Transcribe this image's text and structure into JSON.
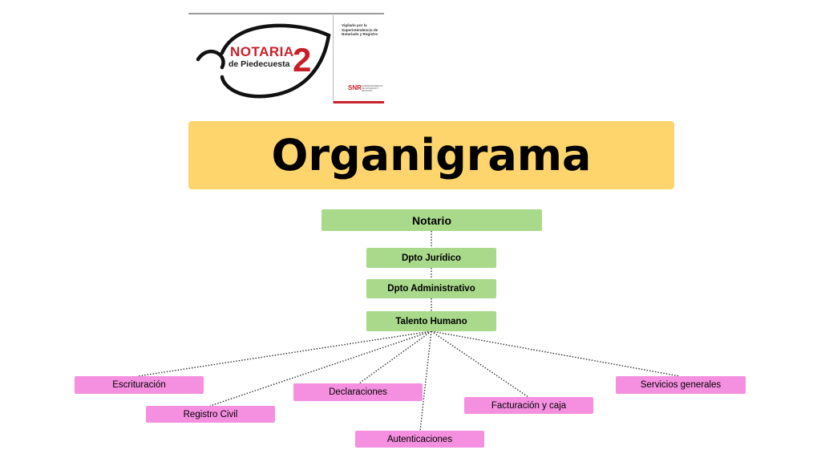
{
  "logo": {
    "name": "NOTARIA",
    "subtitle": "de Piedecuesta",
    "number": "2",
    "vigilado": "Vigilado por la Superintendencia de Notariado y Registro",
    "snr": "SNR",
    "snr_sub": "SUPERINTENDENCIA DE NOTARIADO Y REGISTRO"
  },
  "title": "Organigrama",
  "colors": {
    "title_bg": "#fdd56c",
    "green_node": "#a9d98b",
    "pink_node": "#f58fe0",
    "brand_red": "#c8202a"
  },
  "hierarchy": {
    "top": "Notario",
    "chain": [
      "Dpto Jurídico",
      "Dpto Administrativo",
      "Talento Humano"
    ]
  },
  "departments": [
    "Escrituración",
    "Registro Civil",
    "Declaraciones",
    "Autenticaciones",
    "Facturación y caja",
    "Servicios generales"
  ]
}
